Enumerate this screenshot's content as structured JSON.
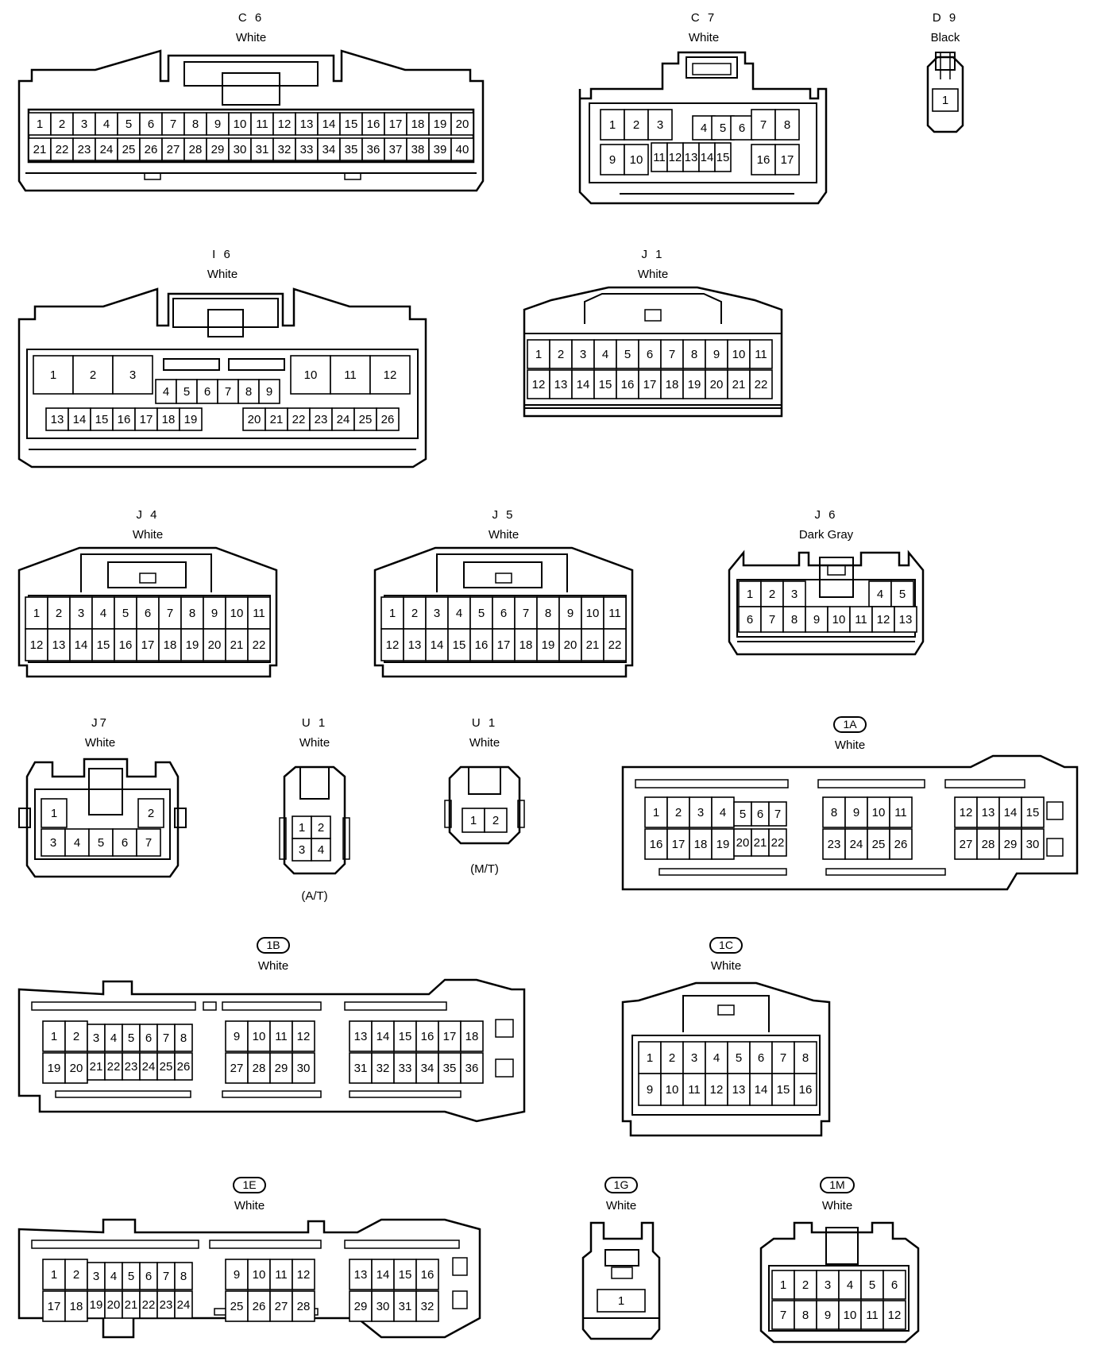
{
  "connectors": [
    {
      "id": "C6",
      "label": "C 6",
      "color": "White",
      "note": "",
      "circled": false,
      "cavities": [
        1,
        2,
        3,
        4,
        5,
        6,
        7,
        8,
        9,
        10,
        11,
        12,
        13,
        14,
        15,
        16,
        17,
        18,
        19,
        20,
        21,
        22,
        23,
        24,
        25,
        26,
        27,
        28,
        29,
        30,
        31,
        32,
        33,
        34,
        35,
        36,
        37,
        38,
        39,
        40
      ]
    },
    {
      "id": "C7",
      "label": "C 7",
      "color": "White",
      "note": "",
      "circled": false,
      "cavities": [
        1,
        2,
        3,
        4,
        5,
        6,
        7,
        8,
        9,
        10,
        11,
        12,
        13,
        14,
        15,
        16,
        17
      ]
    },
    {
      "id": "D9",
      "label": "D 9",
      "color": "Black",
      "note": "",
      "circled": false,
      "cavities": [
        1
      ]
    },
    {
      "id": "I6",
      "label": "I 6",
      "color": "White",
      "note": "",
      "circled": false,
      "cavities": [
        1,
        2,
        3,
        4,
        5,
        6,
        7,
        8,
        9,
        10,
        11,
        12,
        13,
        14,
        15,
        16,
        17,
        18,
        19,
        20,
        21,
        22,
        23,
        24,
        25,
        26
      ]
    },
    {
      "id": "J1",
      "label": "J 1",
      "color": "White",
      "note": "",
      "circled": false,
      "cavities": [
        1,
        2,
        3,
        4,
        5,
        6,
        7,
        8,
        9,
        10,
        11,
        12,
        13,
        14,
        15,
        16,
        17,
        18,
        19,
        20,
        21,
        22
      ]
    },
    {
      "id": "J4",
      "label": "J 4",
      "color": "White",
      "note": "",
      "circled": false,
      "cavities": [
        1,
        2,
        3,
        4,
        5,
        6,
        7,
        8,
        9,
        10,
        11,
        12,
        13,
        14,
        15,
        16,
        17,
        18,
        19,
        20,
        21,
        22
      ]
    },
    {
      "id": "J5",
      "label": "J 5",
      "color": "White",
      "note": "",
      "circled": false,
      "cavities": [
        1,
        2,
        3,
        4,
        5,
        6,
        7,
        8,
        9,
        10,
        11,
        12,
        13,
        14,
        15,
        16,
        17,
        18,
        19,
        20,
        21,
        22
      ]
    },
    {
      "id": "J6",
      "label": "J 6",
      "color": "Dark Gray",
      "note": "",
      "circled": false,
      "cavities": [
        1,
        2,
        3,
        4,
        5,
        6,
        7,
        8,
        9,
        10,
        11,
        12,
        13
      ]
    },
    {
      "id": "J7",
      "label": "J7",
      "color": "White",
      "note": "",
      "circled": false,
      "cavities": [
        1,
        2,
        3,
        4,
        5,
        6,
        7
      ]
    },
    {
      "id": "U1AT",
      "label": "U 1",
      "color": "White",
      "note": "(A/T)",
      "circled": false,
      "cavities": [
        1,
        2,
        3,
        4
      ]
    },
    {
      "id": "U1MT",
      "label": "U 1",
      "color": "White",
      "note": "(M/T)",
      "circled": false,
      "cavities": [
        1,
        2
      ]
    },
    {
      "id": "1A",
      "label": "1A",
      "color": "White",
      "note": "",
      "circled": true,
      "cavities": [
        1,
        2,
        3,
        4,
        5,
        6,
        7,
        8,
        9,
        10,
        11,
        12,
        13,
        14,
        15,
        16,
        17,
        18,
        19,
        20,
        21,
        22,
        23,
        24,
        25,
        26,
        27,
        28,
        29,
        30
      ]
    },
    {
      "id": "1B",
      "label": "1B",
      "color": "White",
      "note": "",
      "circled": true,
      "cavities": [
        1,
        2,
        3,
        4,
        5,
        6,
        7,
        8,
        9,
        10,
        11,
        12,
        13,
        14,
        15,
        16,
        17,
        18,
        19,
        20,
        21,
        22,
        23,
        24,
        25,
        26,
        27,
        28,
        29,
        30,
        31,
        32,
        33,
        34,
        35,
        36
      ]
    },
    {
      "id": "1C",
      "label": "1C",
      "color": "White",
      "note": "",
      "circled": true,
      "cavities": [
        1,
        2,
        3,
        4,
        5,
        6,
        7,
        8,
        9,
        10,
        11,
        12,
        13,
        14,
        15,
        16
      ]
    },
    {
      "id": "1E",
      "label": "1E",
      "color": "White",
      "note": "",
      "circled": true,
      "cavities": [
        1,
        2,
        3,
        4,
        5,
        6,
        7,
        8,
        9,
        10,
        11,
        12,
        13,
        14,
        15,
        16,
        17,
        18,
        19,
        20,
        21,
        22,
        23,
        24,
        25,
        26,
        27,
        28,
        29,
        30,
        31,
        32
      ]
    },
    {
      "id": "1G",
      "label": "1G",
      "color": "White",
      "note": "",
      "circled": true,
      "cavities": [
        1
      ]
    },
    {
      "id": "1M",
      "label": "1M",
      "color": "White",
      "note": "",
      "circled": true,
      "cavities": [
        1,
        2,
        3,
        4,
        5,
        6,
        7,
        8,
        9,
        10,
        11,
        12
      ]
    }
  ]
}
